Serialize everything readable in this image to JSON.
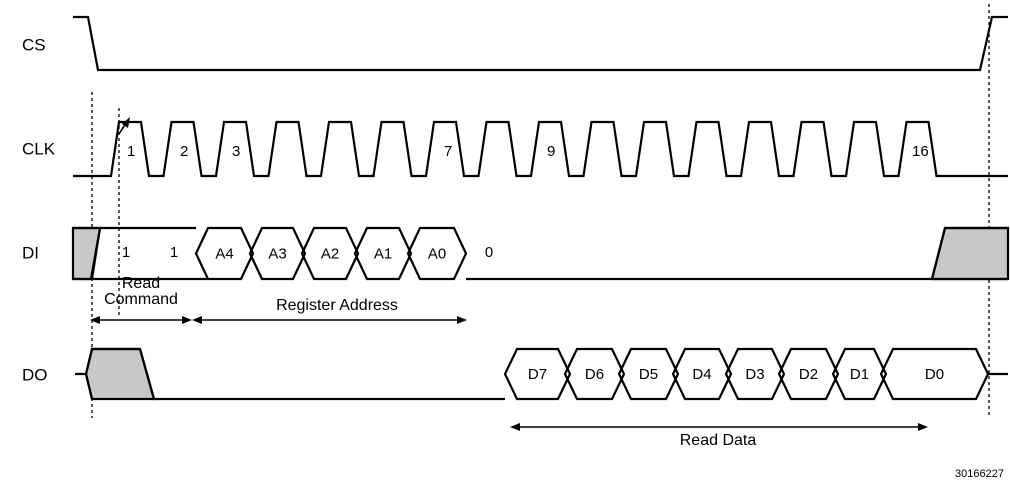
{
  "signals": {
    "cs": "CS",
    "clk": "CLK",
    "di": "DI",
    "do": "DO"
  },
  "clk_edge_labels": [
    "1",
    "2",
    "3",
    "7",
    "9",
    "16"
  ],
  "di": {
    "command_bits": [
      "1",
      "1"
    ],
    "address_bits": [
      "A4",
      "A3",
      "A2",
      "A1",
      "A0"
    ],
    "tail_bit": "0"
  },
  "do": {
    "data_bits": [
      "D7",
      "D6",
      "D5",
      "D4",
      "D3",
      "D2",
      "D1",
      "D0"
    ]
  },
  "annotations": {
    "read_command_line1": "Read",
    "read_command_line2": "Command",
    "register_address": "Register Address",
    "read_data": "Read Data"
  },
  "figure_id": "30166227",
  "colors": {
    "stroke": "#000000",
    "shade": "#c8c8c8"
  }
}
